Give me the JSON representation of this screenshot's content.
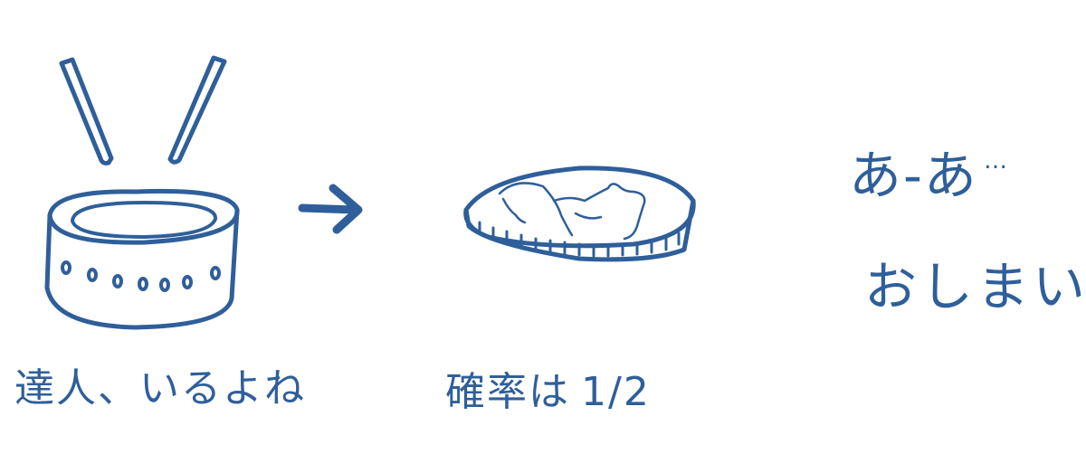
{
  "panels": {
    "left": {
      "caption": "達人、いるよね",
      "icons": [
        "chopsticks",
        "drum-chest"
      ]
    },
    "arrow": {
      "icon": "right-arrow"
    },
    "middle": {
      "caption": "確率は",
      "fraction": "1/2",
      "icon": "coin"
    },
    "right": {
      "line1": "あ-あ",
      "ellipsis": "…",
      "line2": "おしまい"
    }
  },
  "colors": {
    "ink": "#2f5f9a",
    "background": "#ffffff"
  }
}
